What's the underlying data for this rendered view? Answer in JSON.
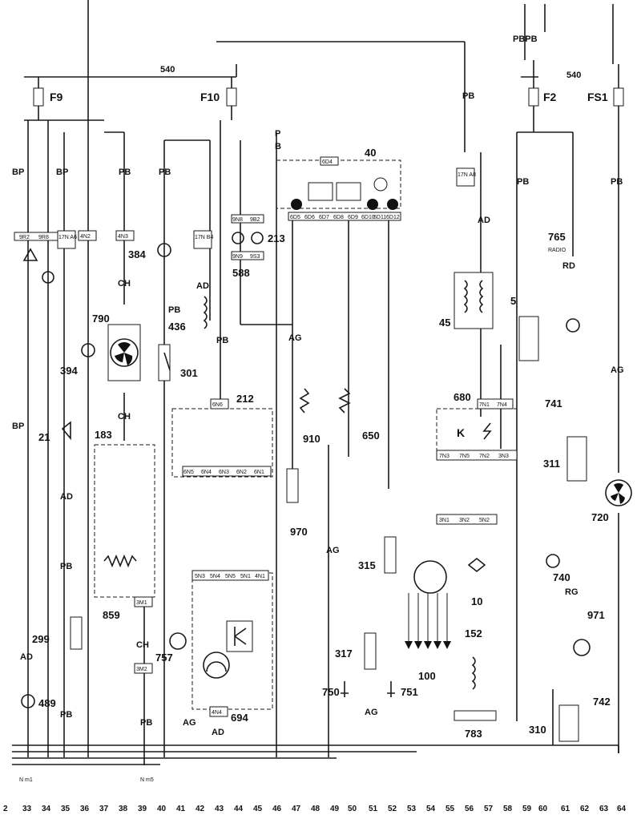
{
  "fuses": [
    {
      "id": "F9",
      "label": "F9",
      "bus": "540"
    },
    {
      "id": "F10",
      "label": "F10"
    },
    {
      "id": "F2",
      "label": "F2",
      "bus": "540"
    },
    {
      "id": "FS1",
      "label": "FS1"
    }
  ],
  "components": {
    "c40": "40",
    "c213": "213",
    "c588": "588",
    "c384": "384",
    "c436": "436",
    "c301": "301",
    "c790": "790",
    "c394": "394",
    "c21": "21",
    "c183": "183",
    "c859": "859",
    "c212": "212",
    "c910": "910",
    "c650": "650",
    "c970": "970",
    "c45": "45",
    "c680": "680",
    "c765": "765",
    "radio": "RADIO",
    "c5": "5",
    "c741": "741",
    "c311": "311",
    "c720": "720",
    "c740": "740",
    "c971": "971",
    "c742": "742",
    "c310": "310",
    "c10": "10",
    "c152": "152",
    "c783": "783",
    "c100": "100",
    "c315": "315",
    "c317": "317",
    "c750": "750",
    "c751": "751",
    "c757": "757",
    "c694": "694",
    "c299": "299",
    "c489": "489"
  },
  "wire_codes": [
    "PB",
    "AD",
    "CH",
    "AG",
    "BP",
    "RD",
    "RG",
    "PBPB",
    "P",
    "B"
  ],
  "connectors": [
    "9R2",
    "9R8",
    "17N A6",
    "4N2",
    "4N3",
    "17N B4",
    "9N8",
    "9B2",
    "9N9",
    "9S3",
    "6D5",
    "6D6",
    "6D7",
    "6D8",
    "6D9",
    "6D10",
    "6D11",
    "6D12",
    "6D4",
    "6N6",
    "6N5",
    "6N4",
    "6N3",
    "6N2",
    "6N1",
    "17N A8",
    "7N1",
    "7N4",
    "7N3",
    "7N5",
    "7N2",
    "3N3",
    "3N1",
    "3N2",
    "5N2",
    "5N3",
    "5N4",
    "5N5",
    "5N1",
    "4N1",
    "4N4",
    "3M1",
    "3M2"
  ],
  "grounds": [
    "N m1",
    "N m5"
  ],
  "axis": {
    "labels": [
      "2",
      "33",
      "34",
      "35",
      "36",
      "37",
      "38",
      "39",
      "40",
      "41",
      "42",
      "43",
      "44",
      "45",
      "46",
      "47",
      "48",
      "49",
      "50",
      "51",
      "52",
      "53",
      "54",
      "55",
      "56",
      "57",
      "58",
      "59",
      "60",
      "61",
      "62",
      "63",
      "64"
    ]
  }
}
